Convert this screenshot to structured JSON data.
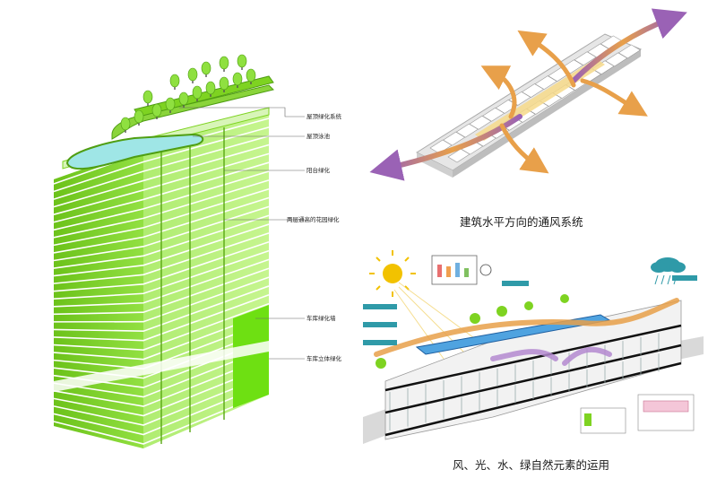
{
  "tower": {
    "labels": [
      "屋顶绿化系统",
      "屋顶泳池",
      "阳台绿化",
      "两层通高的花园绿化",
      "车库绿化墙",
      "车库立体绿化"
    ],
    "floor_count": 32
  },
  "plan": {
    "caption": "建筑水平方向的通风系统"
  },
  "section": {
    "caption": "风、光、水、绿自然元素的运用"
  },
  "colors": {
    "green": "#7ed321",
    "green_light": "#b8f07a",
    "green_dark": "#4f9e12",
    "pool": "#9fe6e6",
    "wind_purple": "#9a62b5",
    "wind_orange": "#e8a04a",
    "sun": "#f2c200",
    "cloud": "#2f9aa8"
  }
}
